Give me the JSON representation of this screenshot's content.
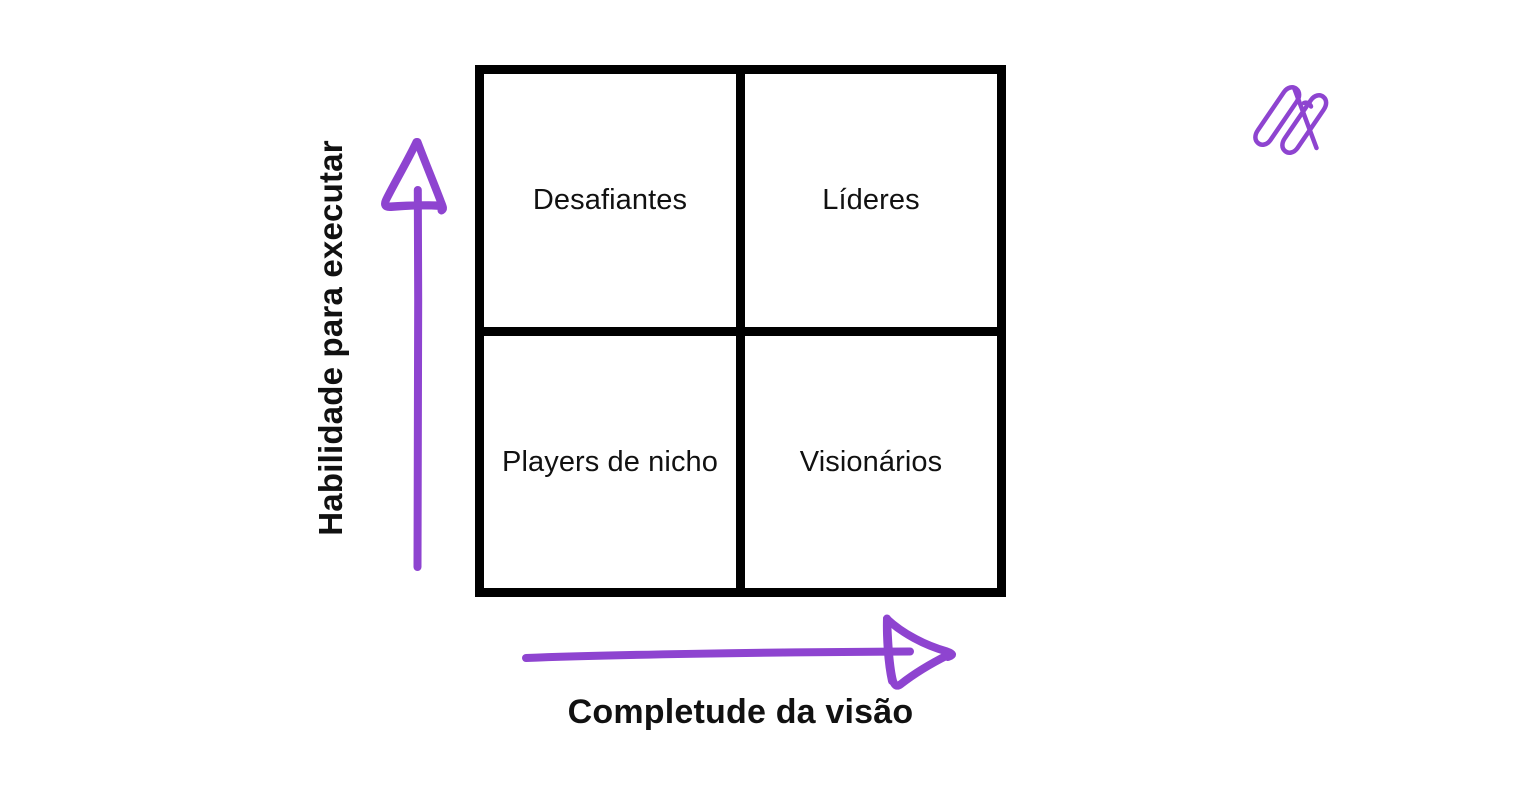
{
  "diagram": {
    "type": "magic-quadrant",
    "accent_color": "#8E44D0",
    "line_color": "#000000",
    "text_color": "#111111",
    "background_color": "#FFFFFF",
    "quadrants": [
      {
        "id": "challengers",
        "label": "Desafiantes",
        "position": "top-left"
      },
      {
        "id": "leaders",
        "label": "Líderes",
        "position": "top-right"
      },
      {
        "id": "niche-players",
        "label": "Players de nicho",
        "position": "bottom-left"
      },
      {
        "id": "visionaries",
        "label": "Visionários",
        "position": "bottom-right"
      }
    ],
    "axes": {
      "y_label": "Habilidade para executar",
      "x_label": "Completude da visão",
      "y_direction": "up",
      "x_direction": "right"
    },
    "logo": {
      "name": "zigzag-monogram-logo",
      "color": "#8E44D0"
    }
  }
}
